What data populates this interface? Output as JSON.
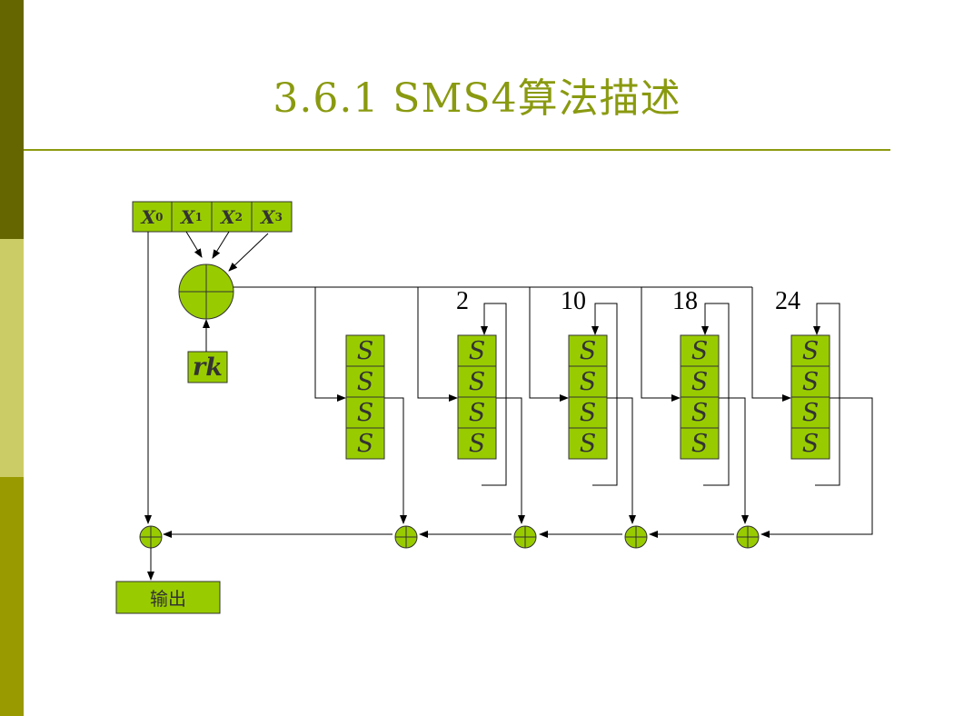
{
  "title": "3.6.1 SMS4算法描述",
  "registers": [
    {
      "base": "X",
      "sub": "0"
    },
    {
      "base": "X",
      "sub": "1"
    },
    {
      "base": "X",
      "sub": "2"
    },
    {
      "base": "X",
      "sub": "3"
    }
  ],
  "round_key": "rk",
  "sbox_label": "S",
  "rotations": [
    "2",
    "10",
    "18",
    "24"
  ],
  "output_label": "输出",
  "colors": {
    "green_fill": "#99cc00",
    "title": "#8a9a10",
    "sidebar_dark": "#666600",
    "sidebar_light": "#cccc66",
    "sidebar_mid": "#999900"
  }
}
